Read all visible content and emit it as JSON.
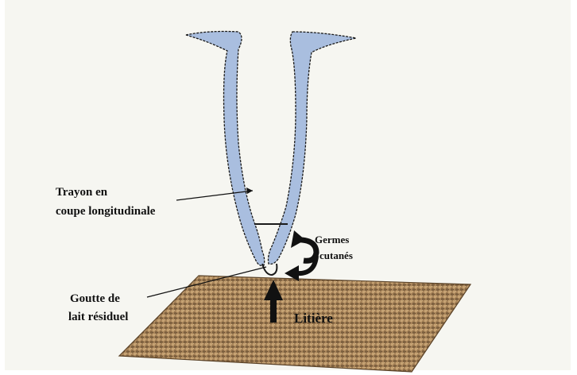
{
  "labels": {
    "trayon_line1": "Trayon en",
    "trayon_line2": "coupe longitudinale",
    "germes_line1": "Germes",
    "germes_line2": "cutanés",
    "goutte_line1": "Goutte de",
    "goutte_line2": "lait résiduel",
    "litiere": "Litière"
  },
  "colors": {
    "teat_fill": "#a9bedf",
    "teat_outline": "#1a1a1a",
    "litter_base": "#a8845a",
    "litter_dark": "#7f6240",
    "litter_light": "#c6a373",
    "ink": "#111111",
    "background": "#f6f6f1"
  }
}
